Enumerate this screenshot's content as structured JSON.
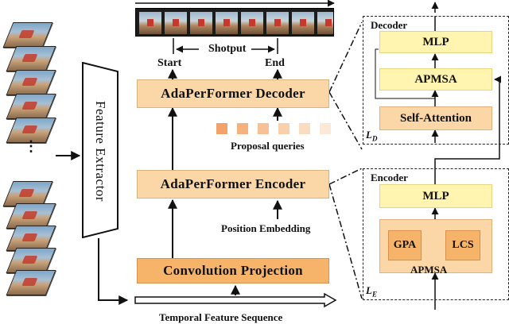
{
  "labels": {
    "feature_extractor": "Feature Extractor",
    "convolution_projection": "Convolution Projection",
    "encoder_main": "AdaPerFormer Encoder",
    "decoder_main": "AdaPerFormer Decoder",
    "temporal_feature_sequence": "Temporal Feature Sequence",
    "position_embedding": "Position Embedding",
    "proposal_queries": "Proposal queries",
    "shotput": "Shotput",
    "start": "Start",
    "end": "End",
    "ellipsis": "⋮"
  },
  "decoder_panel": {
    "title": "Decoder",
    "mlp": "MLP",
    "apmsa": "APMSA",
    "self_attention": "Self-Attention",
    "layer_label": "L",
    "layer_sub": "D"
  },
  "encoder_panel": {
    "title": "Encoder",
    "mlp": "MLP",
    "gpa": "GPA",
    "lcs": "LCS",
    "apmsa": "APMSA",
    "layer_label": "L",
    "layer_sub": "E"
  },
  "colors": {
    "main_block": "#fbd7a8",
    "conv_block": "#f6b46a",
    "side_yellow": "#fff4b0",
    "query_shades": [
      "#f3a36a",
      "#f5b27e",
      "#f7c195",
      "#f9d0ac",
      "#fadcc0",
      "#fce8d6"
    ]
  }
}
